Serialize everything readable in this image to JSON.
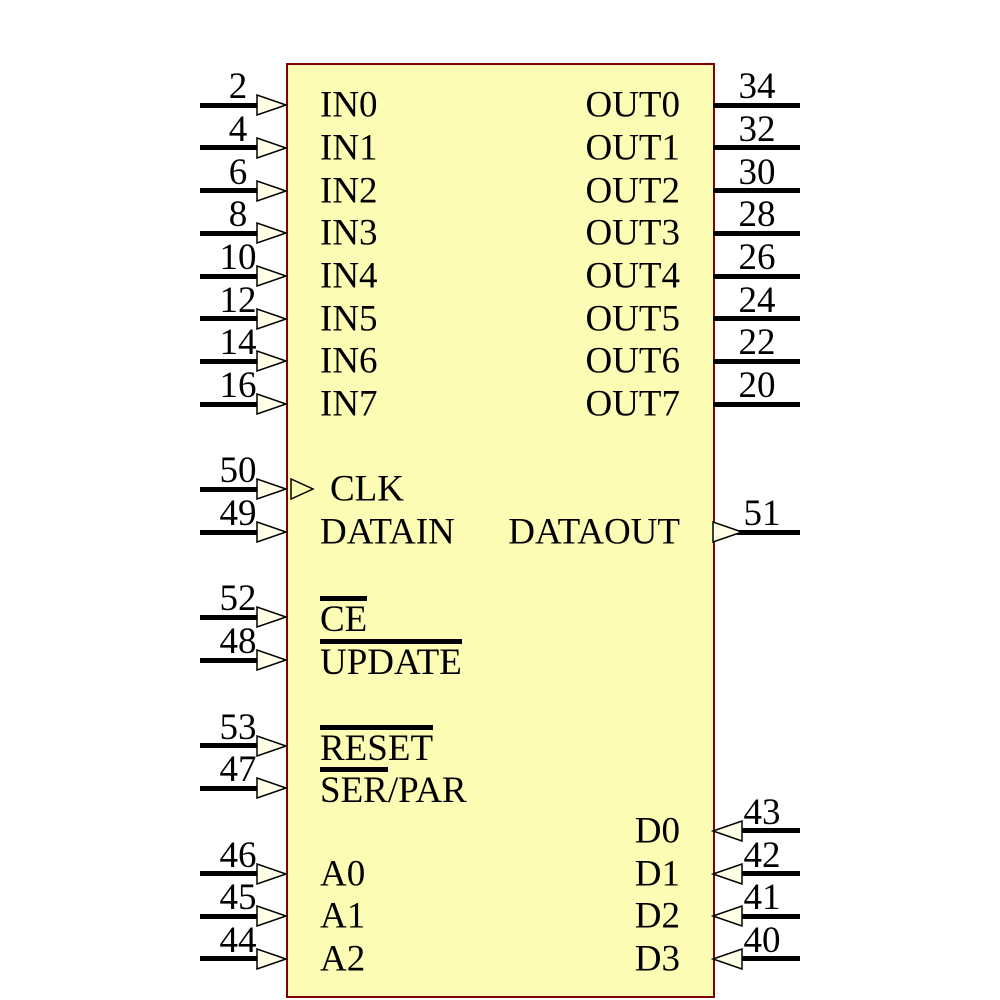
{
  "schematic": {
    "colors": {
      "background": "#FFFFFF",
      "body_fill": "#FCFCB4",
      "body_border": "#7F0000",
      "wire": "#000000",
      "arrow_fill": "#FFFFE8",
      "text": "#000000"
    },
    "pins": [
      {
        "number": "2",
        "label": "IN0",
        "side": "left",
        "row": 0,
        "type": "input"
      },
      {
        "number": "4",
        "label": "IN1",
        "side": "left",
        "row": 1,
        "type": "input"
      },
      {
        "number": "6",
        "label": "IN2",
        "side": "left",
        "row": 2,
        "type": "input"
      },
      {
        "number": "8",
        "label": "IN3",
        "side": "left",
        "row": 3,
        "type": "input"
      },
      {
        "number": "10",
        "label": "IN4",
        "side": "left",
        "row": 4,
        "type": "input"
      },
      {
        "number": "12",
        "label": "IN5",
        "side": "left",
        "row": 5,
        "type": "input"
      },
      {
        "number": "14",
        "label": "IN6",
        "side": "left",
        "row": 6,
        "type": "input"
      },
      {
        "number": "16",
        "label": "IN7",
        "side": "left",
        "row": 7,
        "type": "input"
      },
      {
        "number": "50",
        "label": "CLK",
        "side": "left",
        "row": 9,
        "type": "input",
        "clock": true
      },
      {
        "number": "49",
        "label": "DATAIN",
        "side": "left",
        "row": 10,
        "type": "input"
      },
      {
        "number": "52",
        "label": "CE",
        "side": "left",
        "row": 12,
        "type": "input",
        "overline": "CE"
      },
      {
        "number": "48",
        "label": "UPDATE",
        "side": "left",
        "row": 13,
        "type": "input",
        "overline": "UPDATE"
      },
      {
        "number": "53",
        "label": "RESET",
        "side": "left",
        "row": 15,
        "type": "input",
        "overline": "RESET"
      },
      {
        "number": "47",
        "label": "SER/PAR",
        "side": "left",
        "row": 16,
        "type": "input",
        "overline": "SER"
      },
      {
        "number": "46",
        "label": "A0",
        "side": "left",
        "row": 18,
        "type": "input"
      },
      {
        "number": "45",
        "label": "A1",
        "side": "left",
        "row": 19,
        "type": "input"
      },
      {
        "number": "44",
        "label": "A2",
        "side": "left",
        "row": 20,
        "type": "input"
      },
      {
        "number": "34",
        "label": "OUT0",
        "side": "right",
        "row": 0,
        "type": "plain"
      },
      {
        "number": "32",
        "label": "OUT1",
        "side": "right",
        "row": 1,
        "type": "plain"
      },
      {
        "number": "30",
        "label": "OUT2",
        "side": "right",
        "row": 2,
        "type": "plain"
      },
      {
        "number": "28",
        "label": "OUT3",
        "side": "right",
        "row": 3,
        "type": "plain"
      },
      {
        "number": "26",
        "label": "OUT4",
        "side": "right",
        "row": 4,
        "type": "plain"
      },
      {
        "number": "24",
        "label": "OUT5",
        "side": "right",
        "row": 5,
        "type": "plain"
      },
      {
        "number": "22",
        "label": "OUT6",
        "side": "right",
        "row": 6,
        "type": "plain"
      },
      {
        "number": "20",
        "label": "OUT7",
        "side": "right",
        "row": 7,
        "type": "plain"
      },
      {
        "number": "51",
        "label": "DATAOUT",
        "side": "right",
        "row": 10,
        "type": "output"
      },
      {
        "number": "43",
        "label": "D0",
        "side": "right",
        "row": 17,
        "type": "input"
      },
      {
        "number": "42",
        "label": "D1",
        "side": "right",
        "row": 18,
        "type": "input"
      },
      {
        "number": "41",
        "label": "D2",
        "side": "right",
        "row": 19,
        "type": "input"
      },
      {
        "number": "40",
        "label": "D3",
        "side": "right",
        "row": 20,
        "type": "input"
      }
    ]
  }
}
